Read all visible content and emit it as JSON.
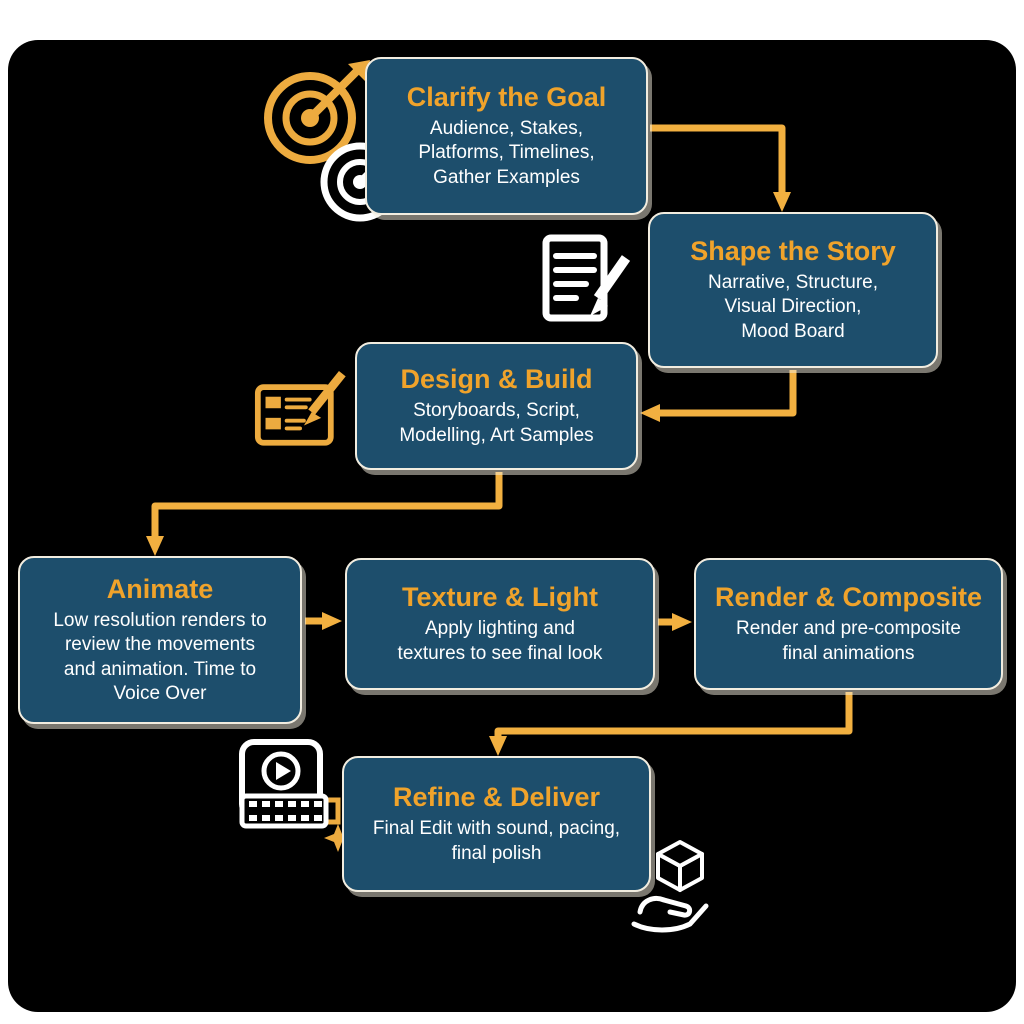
{
  "colors": {
    "page_background": "#ffffff",
    "canvas_background": "#000000",
    "box_fill": "#1d4e6c",
    "box_border": "#f2ede0",
    "title_text": "#f0a32b",
    "body_text": "#ffffff",
    "arrow": "#f2b040",
    "icon_gold": "#edab3f",
    "icon_white": "#ffffff"
  },
  "nodes": [
    {
      "id": "clarify-the-goal",
      "title": "Clarify the Goal",
      "body": "Audience, Stakes,\nPlatforms, Timelines,\nGather Examples",
      "icon": "target-icon"
    },
    {
      "id": "shape-the-story",
      "title": "Shape the Story",
      "body": "Narrative, Structure,\nVisual Direction,\nMood Board",
      "icon": "script-pencil-icon"
    },
    {
      "id": "design-and-build",
      "title": "Design & Build",
      "body": "Storyboards, Script,\nModelling, Art Samples",
      "icon": "storyboard-pencil-icon"
    },
    {
      "id": "animate",
      "title": "Animate",
      "body": "Low resolution renders to\nreview the movements\nand animation. Time to\nVoice Over",
      "icon": ""
    },
    {
      "id": "texture-and-light",
      "title": "Texture & Light",
      "body": "Apply lighting and\ntextures to see final look",
      "icon": ""
    },
    {
      "id": "render-and-composite",
      "title": "Render & Composite",
      "body": "Render and pre-composite\nfinal animations",
      "icon": ""
    },
    {
      "id": "refine-and-deliver",
      "title": "Refine & Deliver",
      "body": "Final Edit with sound, pacing,\nfinal polish",
      "icon": "video-edit-icon"
    }
  ],
  "extra_icons": [
    "package-hand-icon"
  ],
  "flow": [
    "clarify-the-goal -> shape-the-story",
    "shape-the-story -> design-and-build",
    "design-and-build -> animate",
    "animate -> texture-and-light",
    "texture-and-light -> render-and-composite",
    "render-and-composite -> refine-and-deliver"
  ]
}
